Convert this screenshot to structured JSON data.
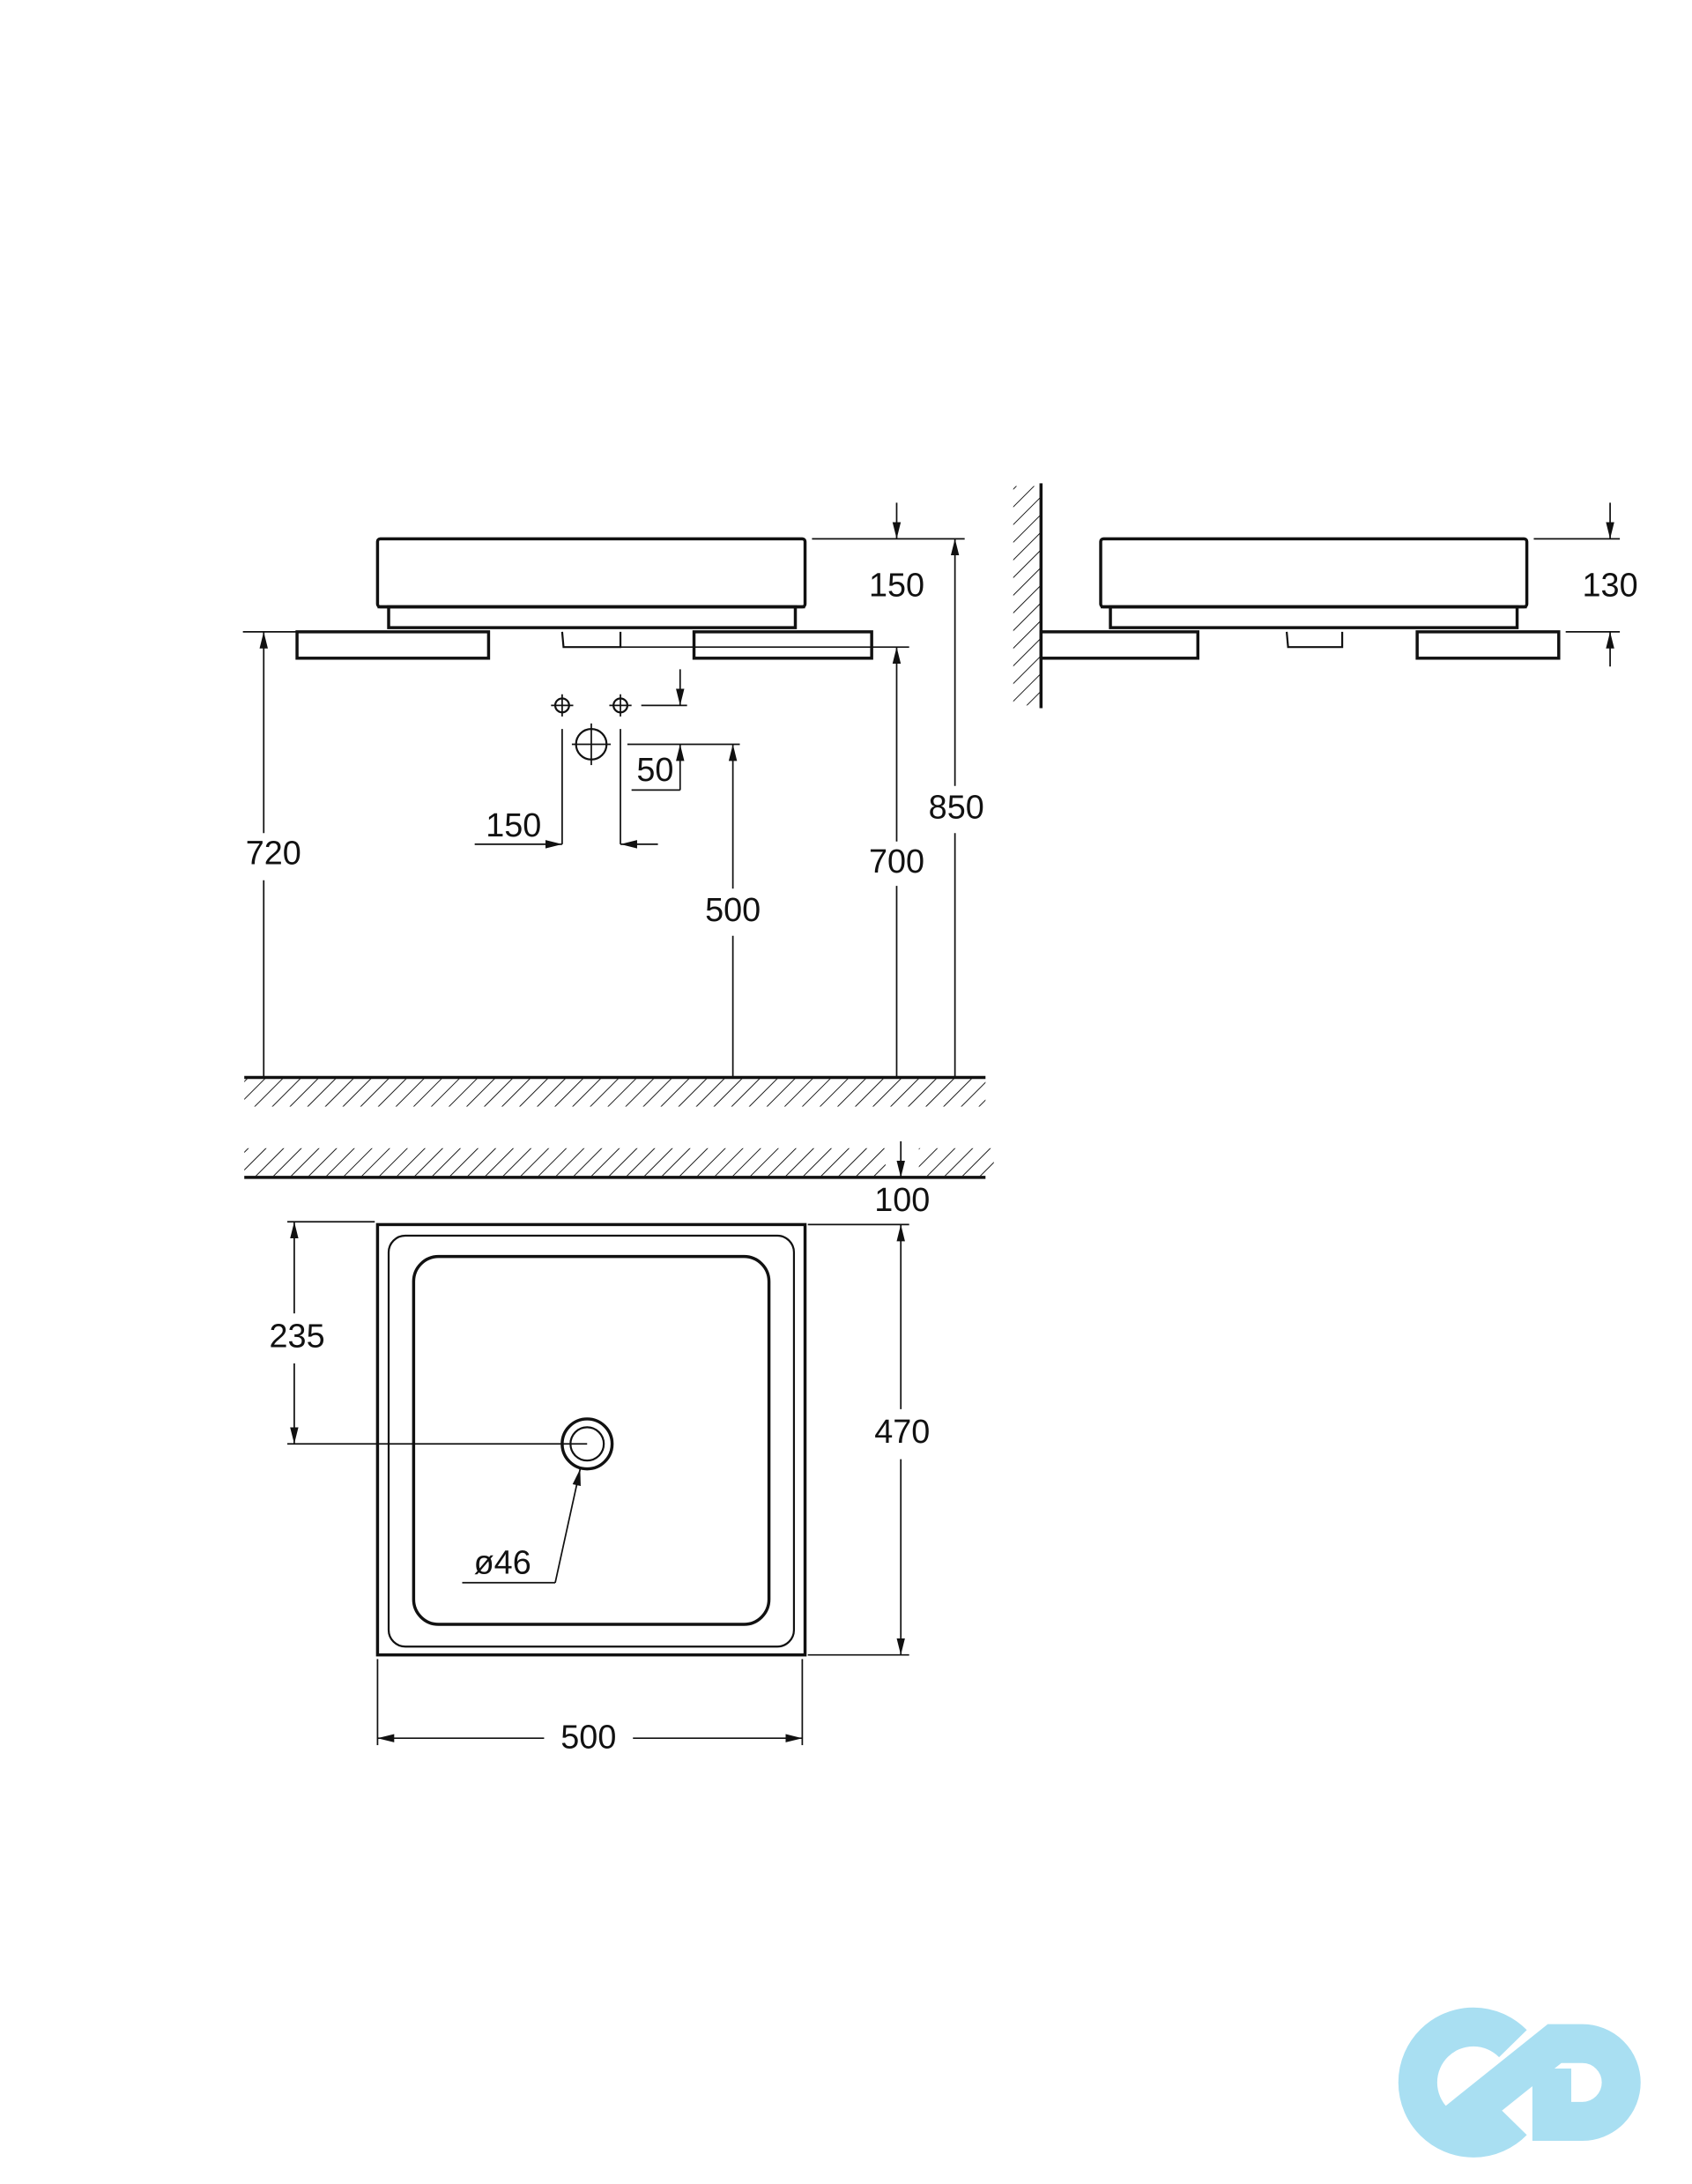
{
  "drawing": {
    "front_view": {
      "basin_height": "150",
      "overall_height": "850",
      "counter_height": "720",
      "drain_height": "700",
      "waste_height": "500",
      "tap_spacing": "150",
      "tap_offset": "50"
    },
    "side_view": {
      "basin_height": "130"
    },
    "top_view": {
      "wall_distance": "100",
      "drain_offset": "235",
      "depth": "470",
      "width": "500",
      "drain_diameter": "ø46"
    }
  },
  "watermark": {
    "label": "cd",
    "color": "#a9dff2"
  },
  "colors": {
    "line": "#111111"
  }
}
